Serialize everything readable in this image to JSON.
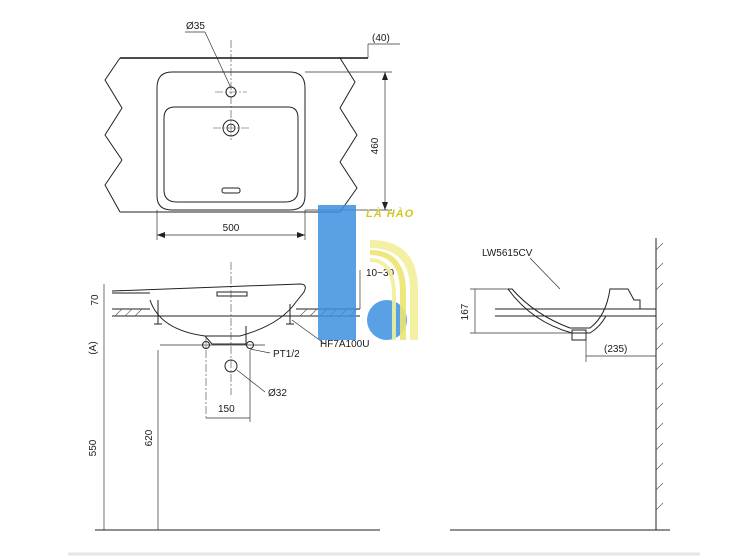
{
  "top_view": {
    "hole_dia": "Ø35",
    "offset": "(40)",
    "depth": "460",
    "width": "500"
  },
  "front_view": {
    "thickness": "70",
    "range": "10~30",
    "drain": "HF7A100U",
    "a_label": "(A)",
    "pipe": "PT1/2",
    "trap_dia": "Ø32",
    "spacing": "150",
    "height_550": "550",
    "height_620": "620"
  },
  "side_view": {
    "model": "LW5615CV",
    "height": "167",
    "projection": "(235)"
  },
  "watermark": {
    "text": "LÀ HÀO",
    "blue": "#3d8fe0",
    "yellow": "#f2ee9a"
  }
}
